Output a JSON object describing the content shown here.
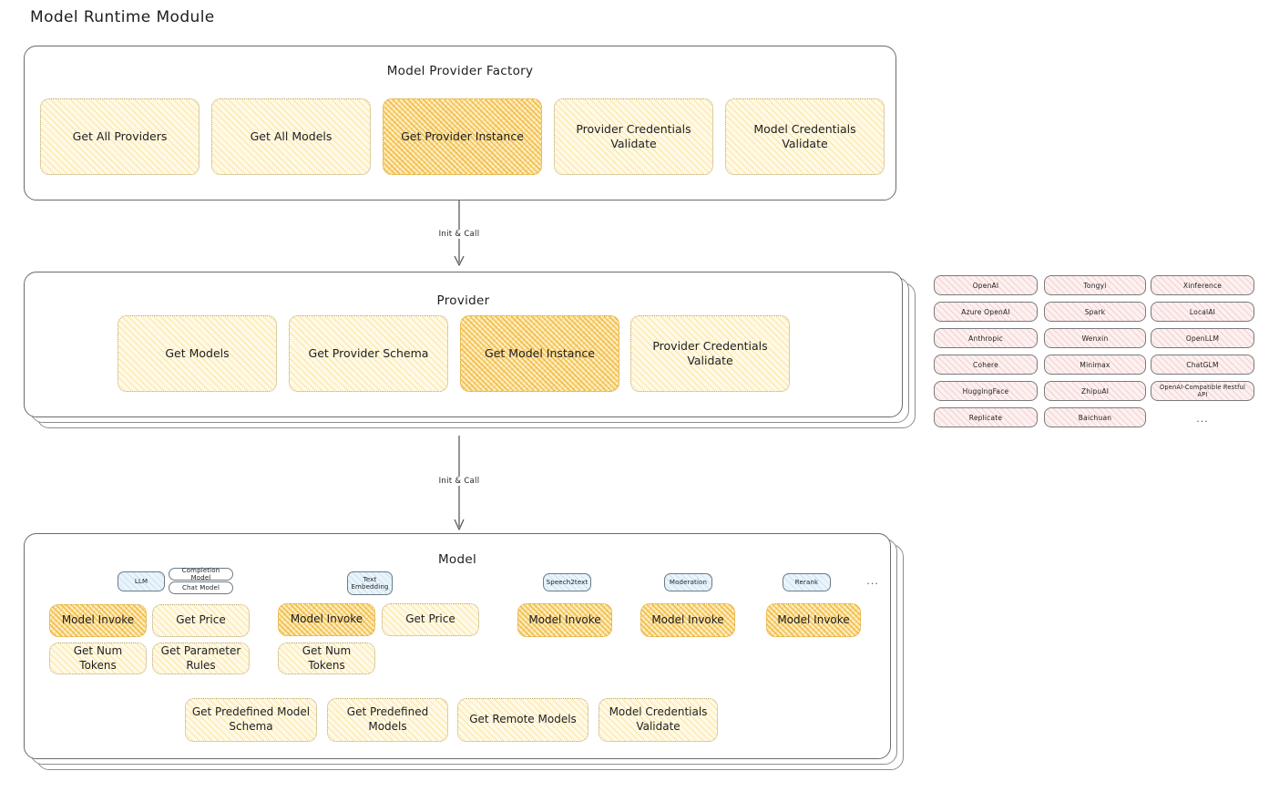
{
  "diagram": {
    "title": "Model Runtime Module"
  },
  "factory": {
    "title": "Model Provider Factory",
    "nodes": [
      {
        "label": "Get All Providers",
        "highlight": false
      },
      {
        "label": "Get All Models",
        "highlight": false
      },
      {
        "label": "Get Provider Instance",
        "highlight": true
      },
      {
        "label": "Provider Credentials Validate",
        "highlight": false
      },
      {
        "label": "Model Credentials Validate",
        "highlight": false
      }
    ]
  },
  "arrows": [
    {
      "label": "Init & Call"
    },
    {
      "label": "Init & Call"
    }
  ],
  "provider": {
    "title": "Provider",
    "nodes": [
      {
        "label": "Get Models",
        "highlight": false
      },
      {
        "label": "Get Provider Schema",
        "highlight": false
      },
      {
        "label": "Get Model Instance",
        "highlight": true
      },
      {
        "label": "Provider Credentials Validate",
        "highlight": false
      }
    ]
  },
  "provider_list": {
    "ellipsis": "...",
    "columns": [
      {
        "items": [
          "OpenAI",
          "Azure OpenAI",
          "Anthropic",
          "Cohere",
          "HuggingFace",
          "Replicate"
        ]
      },
      {
        "items": [
          "Tongyi",
          "Spark",
          "Wenxin",
          "Minimax",
          "ZhipuAI",
          "Baichuan"
        ]
      },
      {
        "items": [
          "Xinference",
          "LocalAI",
          "OpenLLM",
          "ChatGLM",
          "OpenAI-Compatible Restful API"
        ]
      }
    ]
  },
  "model": {
    "title": "Model",
    "ellipsis": "...",
    "groups": [
      {
        "badge": "LLM",
        "tags": [
          "Completion Model",
          "Chat Model"
        ],
        "nodes": [
          {
            "label": "Model Invoke",
            "highlight": true
          },
          {
            "label": "Get Price",
            "highlight": false
          },
          {
            "label": "Get Num Tokens",
            "highlight": false
          },
          {
            "label": "Get Parameter Rules",
            "highlight": false
          }
        ]
      },
      {
        "badge": "Text Embedding",
        "tags": [],
        "nodes": [
          {
            "label": "Model Invoke",
            "highlight": true
          },
          {
            "label": "Get Price",
            "highlight": false
          },
          {
            "label": "Get Num Tokens",
            "highlight": false
          }
        ]
      },
      {
        "badge": "Speech2text",
        "tags": [],
        "nodes": [
          {
            "label": "Model Invoke",
            "highlight": true
          }
        ]
      },
      {
        "badge": "Moderation",
        "tags": [],
        "nodes": [
          {
            "label": "Model Invoke",
            "highlight": true
          }
        ]
      },
      {
        "badge": "Rerank",
        "tags": [],
        "nodes": [
          {
            "label": "Model Invoke",
            "highlight": true
          }
        ]
      }
    ],
    "common_nodes": [
      {
        "label": "Get Predefined Model Schema"
      },
      {
        "label": "Get Predefined Models"
      },
      {
        "label": "Get Remote Models"
      },
      {
        "label": "Model Credentials Validate"
      }
    ]
  },
  "colors": {
    "node_fill": "#fff9e6",
    "node_highlight_fill": "#fdeec2",
    "provider_pill_fill": "#fdf0f0",
    "badge_fill": "#eaf4fb",
    "stroke": "#1e1e1e"
  }
}
